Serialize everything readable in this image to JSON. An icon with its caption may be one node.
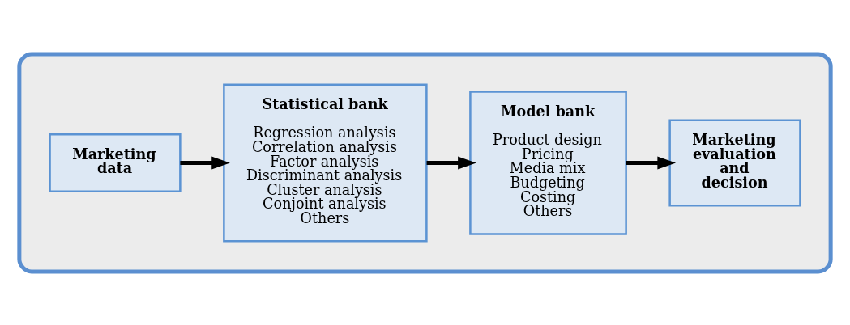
{
  "diagram": {
    "nodes": [
      {
        "text": [],
        "shape": "box"
      },
      {
        "text": [
          "Marketing data"
        ],
        "in": 0
      },
      {
        "text": [
          "Statistical bank",
          "Regression analysis",
          "Correlation analysis",
          "Factor analysis",
          "Discriminant analysis",
          "Cluster analysis",
          "Conjoint analysis",
          "Others"
        ],
        "in": 0
      },
      {
        "text": [
          "Model bank",
          "Product design",
          "Pricing",
          "Media mix",
          "Budgeting",
          "Costing",
          "Others"
        ],
        "in": 0
      },
      {
        "text": [
          "Marketing evaluation and decision"
        ],
        "in": 0
      }
    ],
    "edges": [
      {
        "from": 1,
        "to": 2,
        "arrow": "to"
      },
      {
        "from": 2,
        "to": 3,
        "arrow": "to"
      },
      {
        "from": 3,
        "to": 4,
        "arrow": "to"
      }
    ]
  }
}
